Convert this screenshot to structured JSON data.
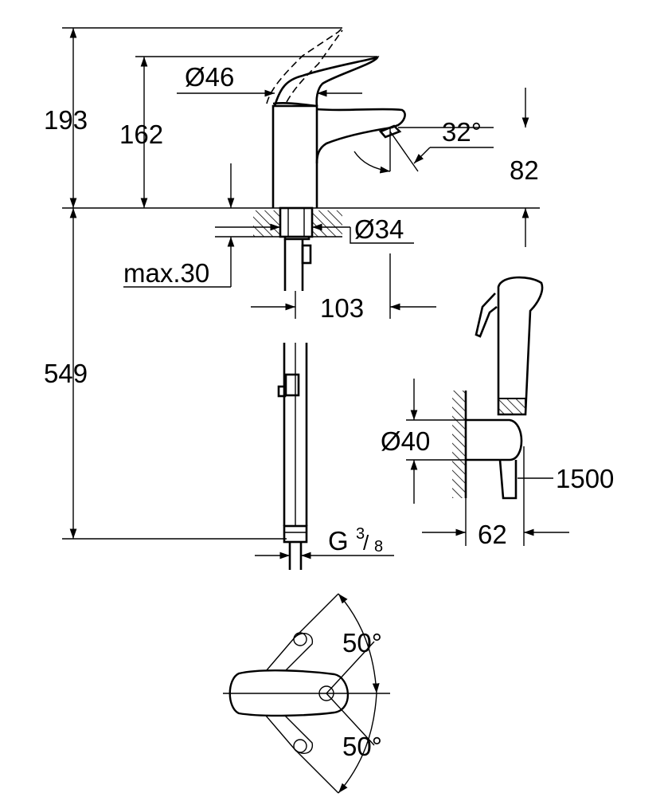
{
  "dimensions": {
    "total_height": "193",
    "spout_height": "162",
    "handle_diameter": "Ø46",
    "spout_angle": "32°",
    "spout_clearance": "82",
    "hole_diameter": "Ø34",
    "max_counter": "max.30",
    "projection": "103",
    "hose_length": "549",
    "connection_g": "G",
    "connection_num": "3",
    "connection_den": "8",
    "holder_diameter": "Ø40",
    "shower_hose": "1500",
    "holder_depth": "62",
    "rotation_up": "50°",
    "rotation_down": "50°"
  }
}
